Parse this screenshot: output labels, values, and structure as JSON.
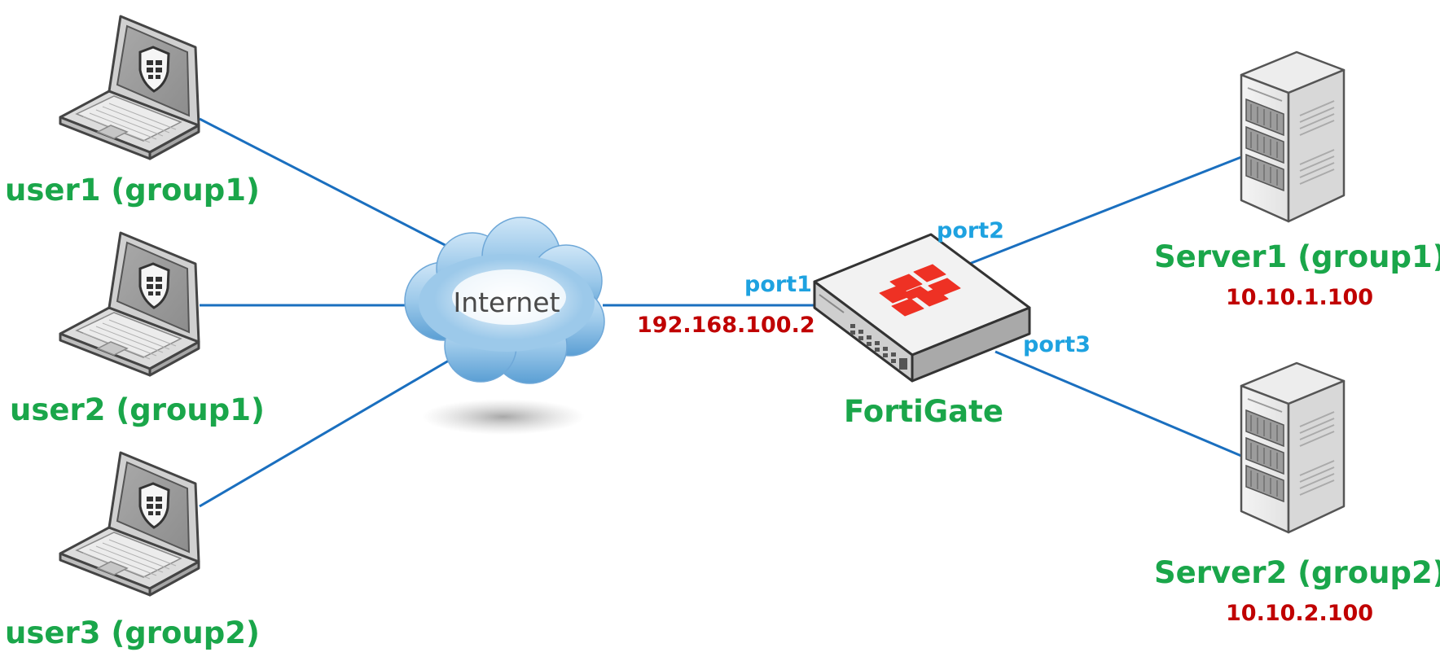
{
  "colors": {
    "link": "#1a6fbf",
    "device_label": "#1aa64a",
    "ip_label": "#c00000",
    "port_label": "#1ea2e0",
    "fortinet_red": "#ee3124"
  },
  "users": [
    {
      "label": "user1 (group1)",
      "icon": "laptop-shield-icon"
    },
    {
      "label": "user2 (group1)",
      "icon": "laptop-shield-icon"
    },
    {
      "label": "user3 (group2)",
      "icon": "laptop-shield-icon"
    }
  ],
  "internet": {
    "label": "Internet",
    "icon": "cloud-icon"
  },
  "fortigate": {
    "label": "FortiGate",
    "icon": "fortigate-appliance-icon",
    "port1": {
      "name": "port1",
      "ip": "192.168.100.2"
    },
    "port2": {
      "name": "port2"
    },
    "port3": {
      "name": "port3"
    }
  },
  "servers": [
    {
      "label": "Server1 (group1)",
      "ip": "10.10.1.100",
      "icon": "server-tower-icon"
    },
    {
      "label": "Server2 (group2)",
      "ip": "10.10.2.100",
      "icon": "server-tower-icon"
    }
  ]
}
